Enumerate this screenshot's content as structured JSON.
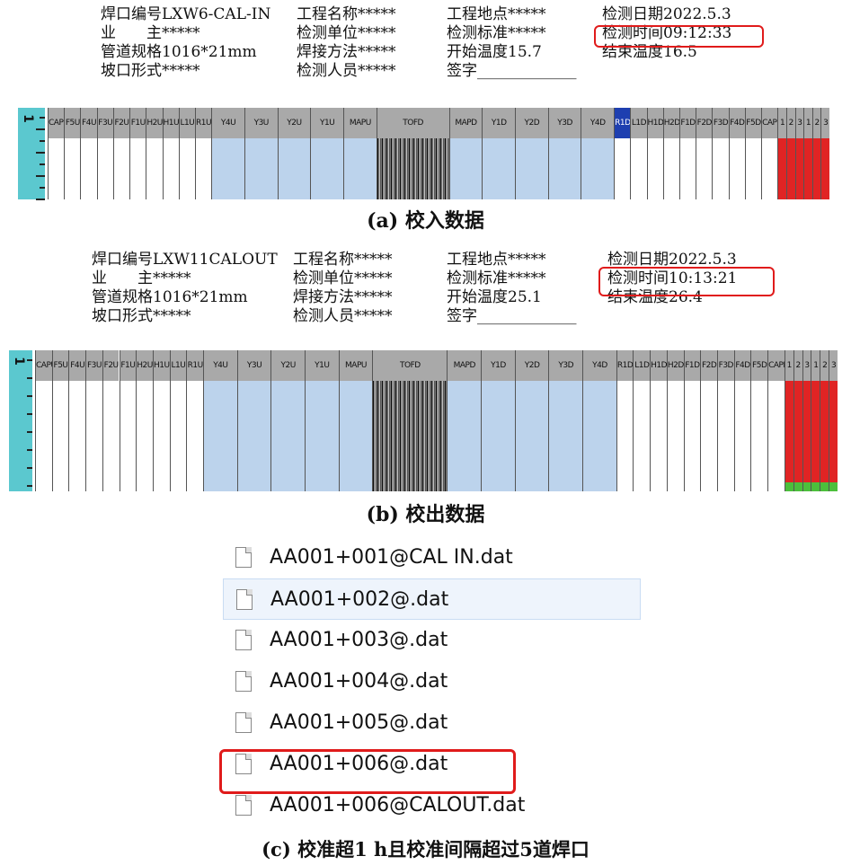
{
  "panel_a": {
    "header": [
      [
        "焊口编号LXW6-CAL-IN",
        "工程名称*****",
        "工程地点*****",
        "检测日期2022.5.3"
      ],
      [
        "业　　主*****",
        "检测单位*****",
        "检测标准*****",
        "检测时间09:12:33"
      ],
      [
        "管道规格1016*21mm",
        "焊接方法*****",
        "开始温度15.7",
        "结束温度16.5"
      ],
      [
        "坡口形式*****",
        "检测人员*****",
        "签字_____________",
        ""
      ]
    ],
    "ruler_label": "1",
    "caption": "(a) 校入数据"
  },
  "panel_b": {
    "header": [
      [
        "焊口编号LXW11CALOUT",
        "工程名称*****",
        "工程地点*****",
        "检测日期2022.5.3"
      ],
      [
        "业　　主*****",
        "检测单位*****",
        "检测标准*****",
        "检测时间10:13:21"
      ],
      [
        "管道规格1016*21mm",
        "焊接方法*****",
        "开始温度25.1",
        "结束温度26.4"
      ],
      [
        "坡口形式*****",
        "检测人员*****",
        "签字_____________",
        ""
      ]
    ],
    "ruler_label": "1",
    "caption": "(b) 校出数据"
  },
  "channels_a": [
    "CAPU",
    "F5U",
    "F4U",
    "F3U",
    "F2U",
    "F1U",
    "H2U",
    "H1U",
    "L1U",
    "R1U",
    "Y4U",
    "Y3U",
    "Y2U",
    "Y1U",
    "MAPU",
    "TOFD",
    "MAPD",
    "Y1D",
    "Y2D",
    "Y3D",
    "Y4D",
    "R1D",
    "L1D",
    "H1D",
    "H2D",
    "F1D",
    "F2D",
    "F3D",
    "F4D",
    "F5D",
    "CAPD",
    "1",
    "2",
    "3",
    "1",
    "2",
    "3"
  ],
  "channels_b": [
    "CAPU",
    "F5U",
    "F4U",
    "F3U",
    "F2U",
    "F1U",
    "H2U",
    "H1U",
    "L1U",
    "R1U",
    "Y4U",
    "Y3U",
    "Y2U",
    "Y1U",
    "MAPU",
    "TOFD",
    "MAPD",
    "Y1D",
    "Y2D",
    "Y3D",
    "Y4D",
    "R1D",
    "L1D",
    "H1D",
    "H2D",
    "F1D",
    "F2D",
    "F3D",
    "F4D",
    "F5D",
    "CAPD",
    "1",
    "2",
    "3",
    "1",
    "2",
    "3"
  ],
  "files": [
    "AA001+001@CAL IN.dat",
    "AA001+002@.dat",
    "AA001+003@.dat",
    "AA001+004@.dat",
    "AA001+005@.dat",
    "AA001+006@.dat",
    "AA001+006@CALOUT.dat"
  ],
  "caption_c": "(c) 校准超1 h且校准间隔超过5道焊口",
  "colors": {
    "highlight": "#e01b1b",
    "ruler": "#5bc8cf",
    "shaded": "#bcd3ec",
    "selected": "#1e3fb0"
  }
}
